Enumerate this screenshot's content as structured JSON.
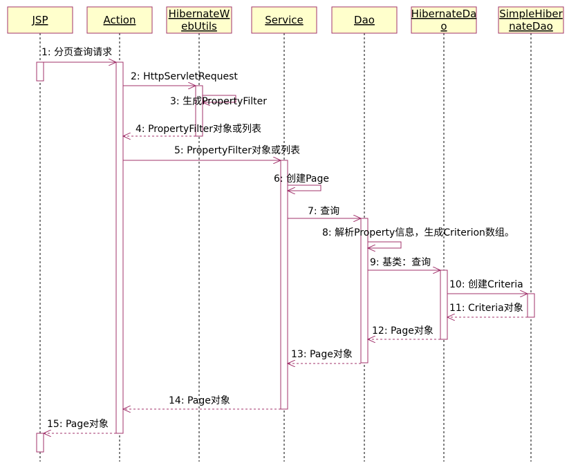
{
  "colors": {
    "box_fill": "#ffffcc",
    "box_stroke": "#a0306a",
    "arrow": "#a0306a",
    "lifeline": "#000000",
    "text": "#000000"
  },
  "participants": [
    {
      "id": "jsp",
      "lines": [
        "JSP"
      ]
    },
    {
      "id": "action",
      "lines": [
        "Action"
      ]
    },
    {
      "id": "hwu",
      "lines": [
        "HibernateW",
        "ebUtils"
      ]
    },
    {
      "id": "service",
      "lines": [
        "Service"
      ]
    },
    {
      "id": "dao",
      "lines": [
        "Dao"
      ]
    },
    {
      "id": "hdao",
      "lines": [
        "HibernateDa",
        "o"
      ]
    },
    {
      "id": "shdao",
      "lines": [
        "SimpleHiber",
        "nateDao"
      ]
    }
  ],
  "messages": [
    {
      "from": "jsp",
      "to": "action",
      "kind": "call",
      "label": "1: 分页查询请求"
    },
    {
      "from": "action",
      "to": "hwu",
      "kind": "call",
      "label": "2: HttpServletRequest"
    },
    {
      "from": "hwu",
      "to": "hwu",
      "kind": "self",
      "label": "3: 生成PropertyFilter"
    },
    {
      "from": "hwu",
      "to": "action",
      "kind": "return",
      "label": "4: PropertyFilter对象或列表"
    },
    {
      "from": "action",
      "to": "service",
      "kind": "call",
      "label": "5: PropertyFilter对象或列表"
    },
    {
      "from": "service",
      "to": "service",
      "kind": "self",
      "label": "6: 创建Page"
    },
    {
      "from": "service",
      "to": "dao",
      "kind": "call",
      "label": "7: 查询"
    },
    {
      "from": "dao",
      "to": "dao",
      "kind": "self",
      "label": "8: 解析Property信息，生成Criterion数组。"
    },
    {
      "from": "dao",
      "to": "hdao",
      "kind": "call",
      "label": "9: 基类：查询"
    },
    {
      "from": "hdao",
      "to": "shdao",
      "kind": "call",
      "label": "10: 创建Criteria"
    },
    {
      "from": "shdao",
      "to": "hdao",
      "kind": "return",
      "label": "11: Criteria对象"
    },
    {
      "from": "hdao",
      "to": "dao",
      "kind": "return",
      "label": "12: Page对象"
    },
    {
      "from": "dao",
      "to": "service",
      "kind": "return",
      "label": "13: Page对象"
    },
    {
      "from": "service",
      "to": "action",
      "kind": "return",
      "label": "14: Page对象"
    },
    {
      "from": "action",
      "to": "jsp",
      "kind": "return",
      "label": "15: Page对象"
    }
  ]
}
